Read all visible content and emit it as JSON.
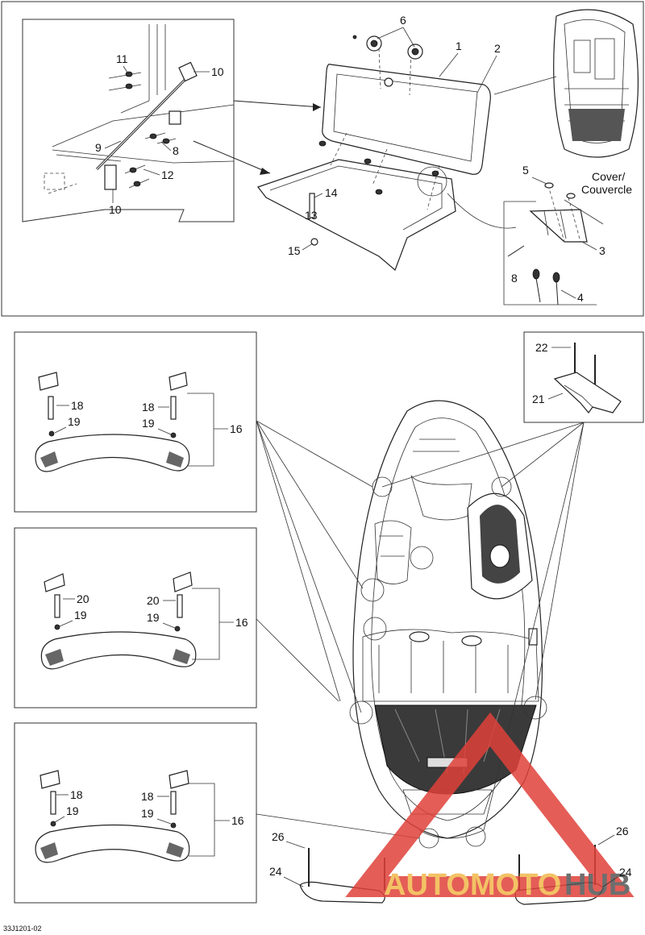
{
  "diagram_code": "33J1201-02",
  "cover_label_line1": "Cover/",
  "cover_label_line2": "Couvercle",
  "watermark": {
    "part1": "AUTOMOTO",
    "part2": "HUB",
    "color1": "#f2b84b",
    "color2": "#555555",
    "triangle_color": "#e0413a"
  },
  "callouts": {
    "c1": "1",
    "c2": "2",
    "c3": "3",
    "c4": "4",
    "c5": "5",
    "c6": "6",
    "c8a": "8",
    "c8b": "8",
    "c9": "9",
    "c10a": "10",
    "c10b": "10",
    "c11": "11",
    "c12": "12",
    "c13": "13",
    "c14": "14",
    "c15": "15",
    "c16a": "16",
    "c16b": "16",
    "c16c": "16",
    "c18a": "18",
    "c18b": "18",
    "c18c": "18",
    "c18d": "18",
    "c19a": "19",
    "c19b": "19",
    "c19c": "19",
    "c19d": "19",
    "c19e": "19",
    "c19f": "19",
    "c20a": "20",
    "c20b": "20",
    "c21": "21",
    "c22": "22",
    "c24a": "24",
    "c24b": "24",
    "c26a": "26",
    "c26b": "26"
  }
}
